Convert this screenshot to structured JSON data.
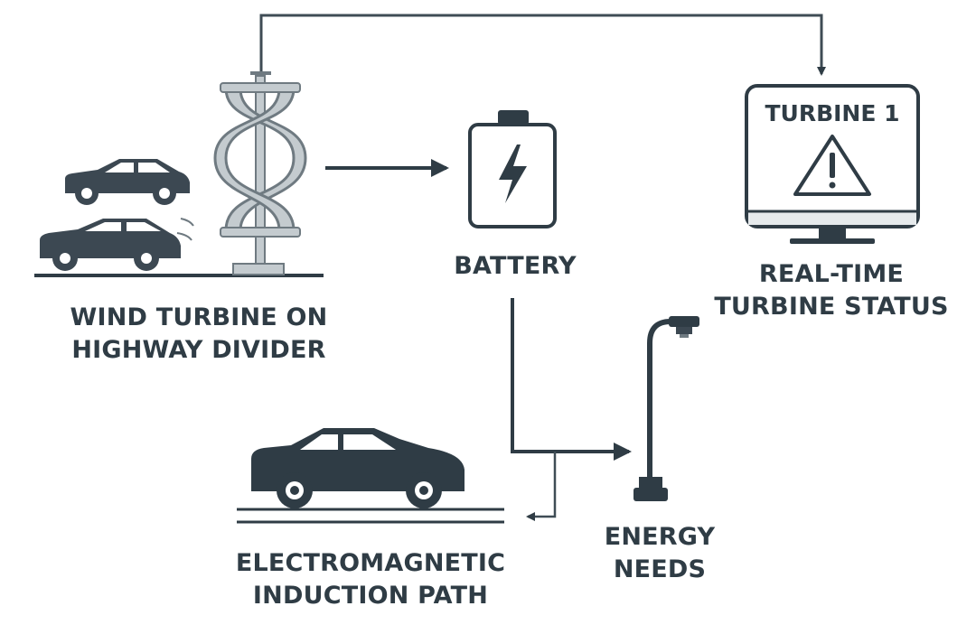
{
  "labels": {
    "wind_turbine": [
      "WIND TURBINE ON",
      "HIGHWAY DIVIDER"
    ],
    "battery": "BATTERY",
    "status": [
      "REAL-TIME",
      "TURBINE STATUS"
    ],
    "monitor_title": "TURBINE 1",
    "induction": [
      "ELECTROMAGNETIC",
      "INDUCTION PATH"
    ],
    "energy": [
      "ENERGY",
      "NEEDS"
    ]
  },
  "icons": {
    "turbine": "vertical-wind-turbine-icon",
    "cars": "car-icon",
    "battery": "battery-lightning-icon",
    "monitor": "monitor-warning-icon",
    "street_light": "street-light-icon",
    "induction_car": "car-icon"
  },
  "colors": {
    "dark": "#2f3c45",
    "turbine_fill": "#c4cbcf",
    "turbine_stroke": "#6f7a81",
    "screen_base": "#e6eaec"
  }
}
